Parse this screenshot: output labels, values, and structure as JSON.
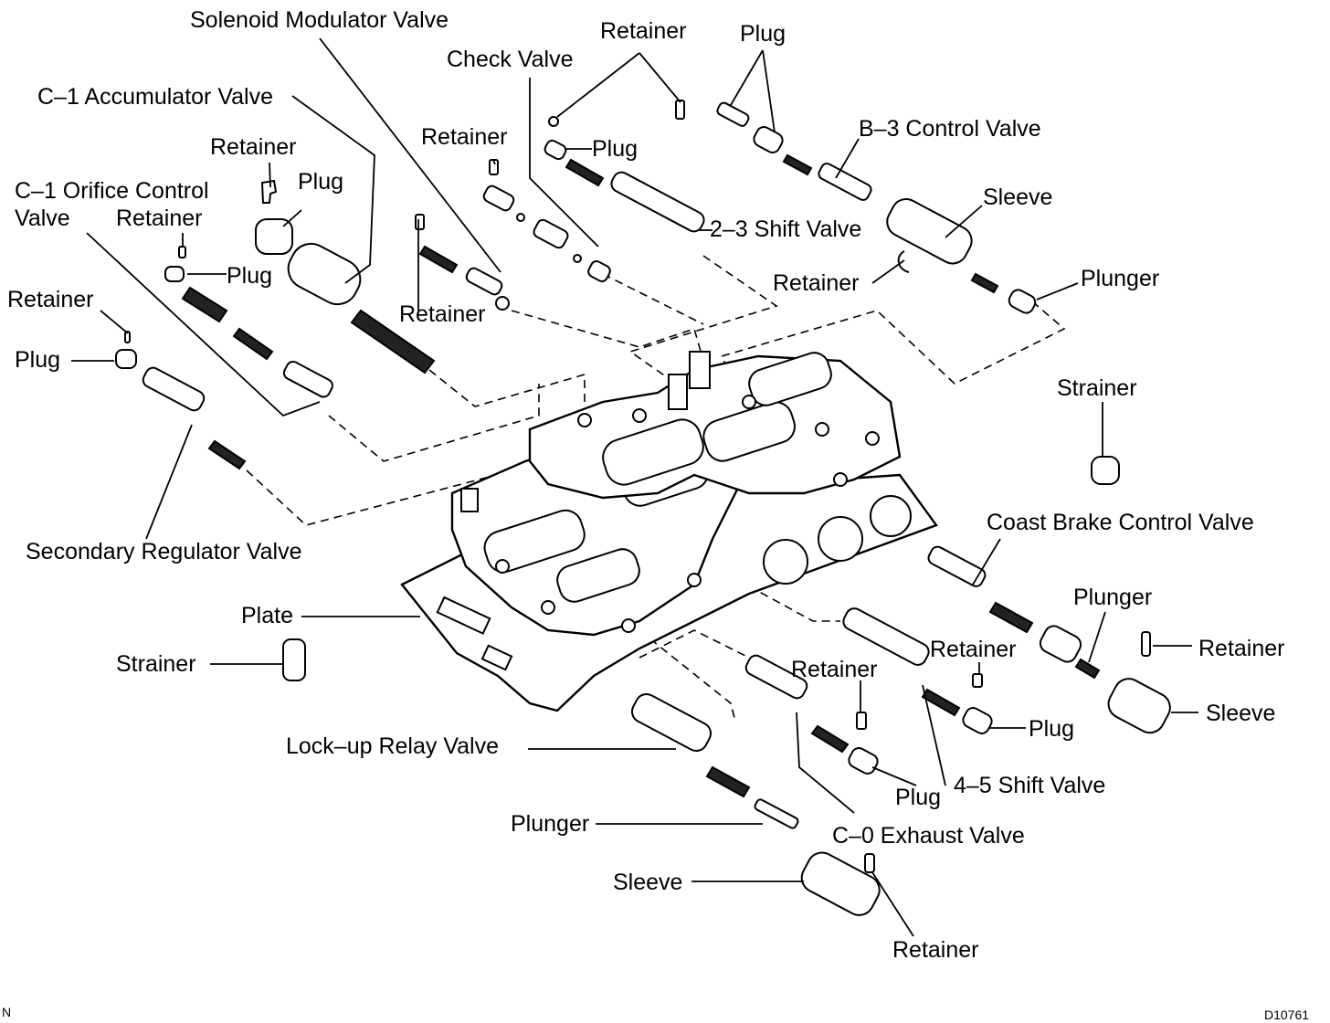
{
  "labels": {
    "solenoid_modulator_valve": "Solenoid Modulator Valve",
    "retainer_top": "Retainer",
    "plug_top": "Plug",
    "check_valve": "Check Valve",
    "c1_accumulator_valve": "C–1 Accumulator Valve",
    "b3_control_valve": "B–3 Control Valve",
    "retainer_mid": "Retainer",
    "plug_mid": "Plug",
    "retainer_c1": "Retainer",
    "plug_c1": "Plug",
    "sleeve_top": "Sleeve",
    "c1_orifice_control_valve_line1": "C–1 Orifice Control",
    "c1_orifice_control_valve_line2": "Valve",
    "retainer_orifice": "Retainer",
    "shift_valve_23": "2–3 Shift Valve",
    "plug_orifice": "Plug",
    "retainer_b3": "Retainer",
    "plunger_top": "Plunger",
    "retainer_left": "Retainer",
    "retainer_center": "Retainer",
    "plug_left": "Plug",
    "strainer_right": "Strainer",
    "coast_brake_control_valve": "Coast Brake Control Valve",
    "secondary_regulator_valve": "Secondary Regulator Valve",
    "plunger_right": "Plunger",
    "plate": "Plate",
    "retainer_right": "Retainer",
    "retainer_lower_mid": "Retainer",
    "retainer_lower": "Retainer",
    "strainer_left": "Strainer",
    "sleeve_right": "Sleeve",
    "plug_lower_right": "Plug",
    "lockup_relay_valve": "Lock–up Relay Valve",
    "shift_valve_45": "4–5 Shift Valve",
    "plug_lower": "Plug",
    "plunger_bottom": "Plunger",
    "c0_exhaust_valve": "C–0 Exhaust Valve",
    "sleeve_bottom": "Sleeve",
    "retainer_bottom": "Retainer",
    "corner_n": "N",
    "figure_code": "D10761"
  }
}
